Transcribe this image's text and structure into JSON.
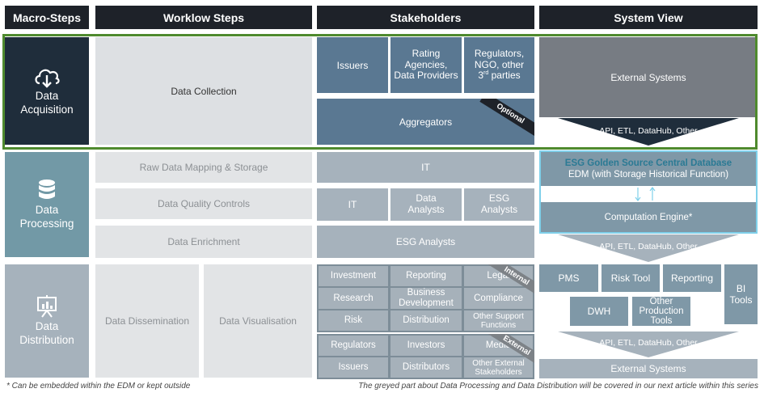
{
  "headers": {
    "macro": "Macro-Steps",
    "workflow": "Worklow Steps",
    "stakeholders": "Stakeholders",
    "system": "System View"
  },
  "macro_steps": {
    "acquisition": {
      "line1": "Data",
      "line2": "Acquisition",
      "icon": "cloud-download-icon"
    },
    "processing": {
      "line1": "Data",
      "line2": "Processing",
      "icon": "database-icon"
    },
    "distribution": {
      "line1": "Data",
      "line2": "Distribution",
      "icon": "presentation-chart-icon"
    }
  },
  "workflow": {
    "data_collection": "Data Collection",
    "raw_data": "Raw Data Mapping & Storage",
    "quality": "Data Quality Controls",
    "enrichment": "Data Enrichment",
    "dissemination": "Data Dissemination",
    "visualisation": "Data Visualisation"
  },
  "stakeholders": {
    "issuers": "Issuers",
    "rating": "Rating Agencies, Data Providers",
    "regulators_l1": "Regulators, NGO, other",
    "regulators_l2a": "3",
    "regulators_sup": "rd",
    "regulators_l2b": " parties",
    "aggregators": "Aggregators",
    "optional": "Optional",
    "it_wide": "IT",
    "it": "IT",
    "data_analysts": "Data Analysts",
    "esg_analysts_small": "ESG Analysts",
    "esg_analysts": "ESG Analysts",
    "internal_tag": "Internal",
    "external_tag": "External",
    "internal": [
      "Investment",
      "Reporting",
      "Legal",
      "Research",
      "Business Development",
      "Compliance",
      "Risk",
      "Distribution",
      "Other Support Functions"
    ],
    "external": [
      "Regulators",
      "Investors",
      "Media",
      "Issuers",
      "Distributors",
      "Other External Stakeholders"
    ]
  },
  "system": {
    "external_systems_top": "External Systems",
    "api_top": "API, ETL, DataHub, Other",
    "golden_source": "ESG Golden Source Central Database",
    "edm": "EDM (with Storage Historical Function)",
    "computation": "Computation Engine*",
    "api_mid": "API, ETL, DataHub, Other",
    "pms": "PMS",
    "risk_tool": "Risk Tool",
    "reporting": "Reporting",
    "bi_tools": "BI Tools",
    "dwh": "DWH",
    "other_production": "Other Production Tools",
    "api_bottom": "API, ETL, DataHub, Other",
    "external_systems_bottom": "External Systems"
  },
  "footnotes": {
    "left": "* Can be embedded within the EDM or kept outside",
    "right": "The greyed part about Data Processing and Data Distribution will be covered in our next article within this series"
  },
  "colors": {
    "highlight_border": "#4f8a2e",
    "header_bg": "#1e2229",
    "acquisition_bg": "#1f2d3b",
    "processing_bg": "#7299a6",
    "golden_source_text": "#2b7a94",
    "edm_border": "#7fd0ea"
  }
}
